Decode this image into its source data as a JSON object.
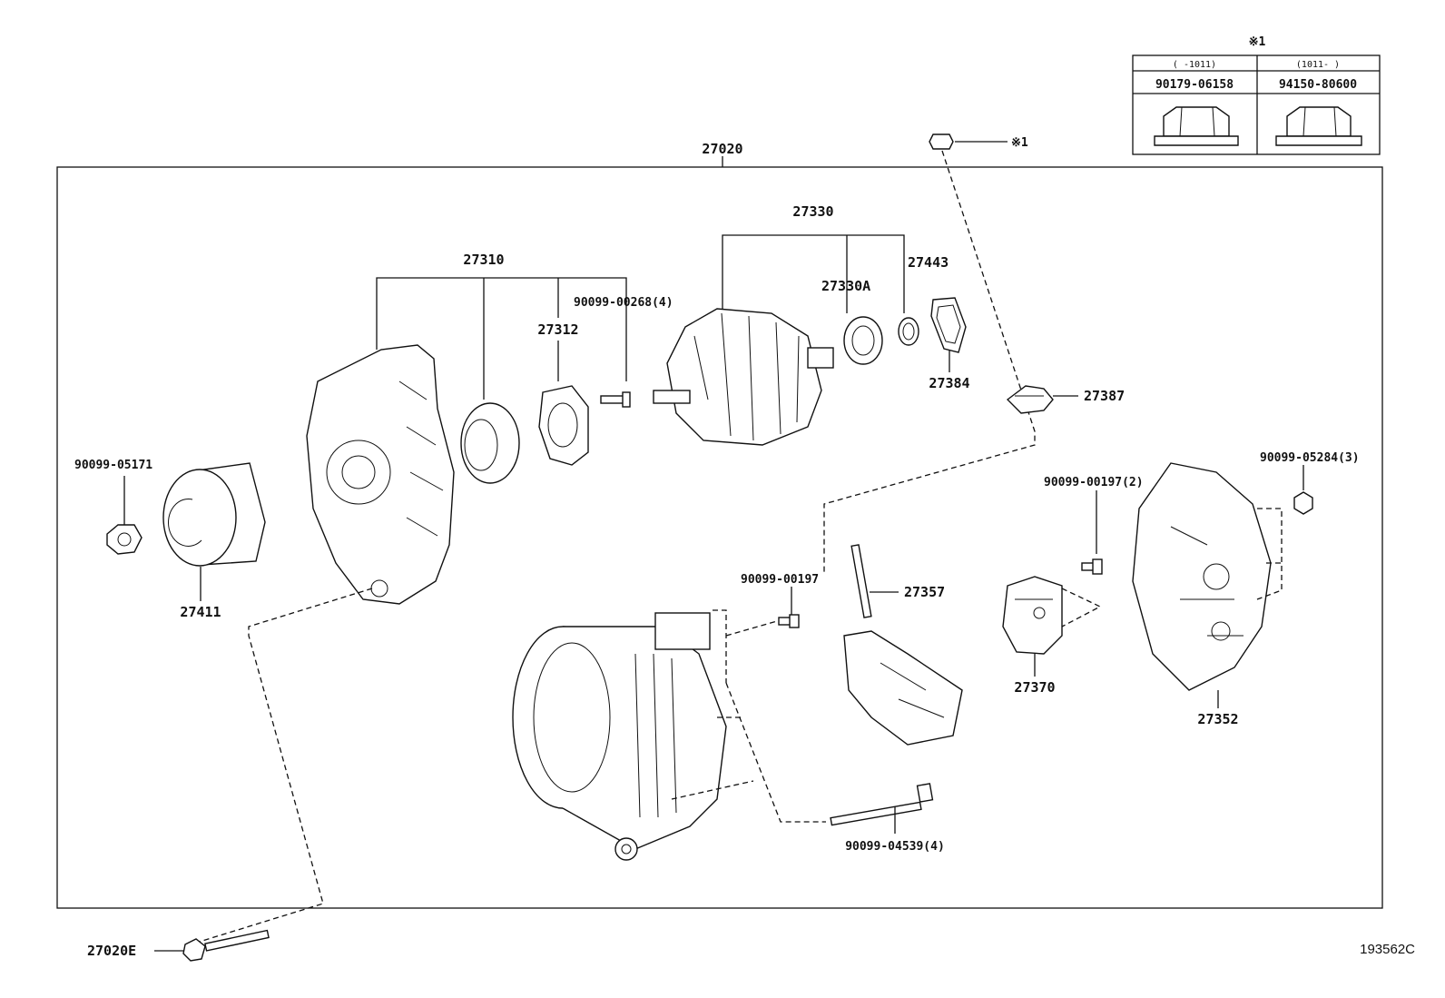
{
  "diagram": {
    "assembly_label": "27020",
    "figure_id": "193562C",
    "labels": {
      "p27330": "27330",
      "p27310": "27310",
      "p27443": "27443",
      "p27330A": "27330A",
      "p90099_00268": "90099-00268(4)",
      "p27312": "27312",
      "p27384": "27384",
      "p27387": "27387",
      "p90099_05171": "90099-05171",
      "p27411": "27411",
      "p90099_00197_2": "90099-00197(2)",
      "p90099_05284": "90099-05284(3)",
      "p90099_00197": "90099-00197",
      "p27357": "27357",
      "p27370": "27370",
      "p27352": "27352",
      "p90099_04539": "90099-04539(4)",
      "p27020E": "27020E",
      "note_mark": "※1"
    },
    "note_table": {
      "header_mark": "※1",
      "columns": [
        {
          "range": "(   -1011)",
          "part_no": "90179-06158"
        },
        {
          "range": "(1011-    )",
          "part_no": "94150-80600"
        }
      ]
    }
  }
}
